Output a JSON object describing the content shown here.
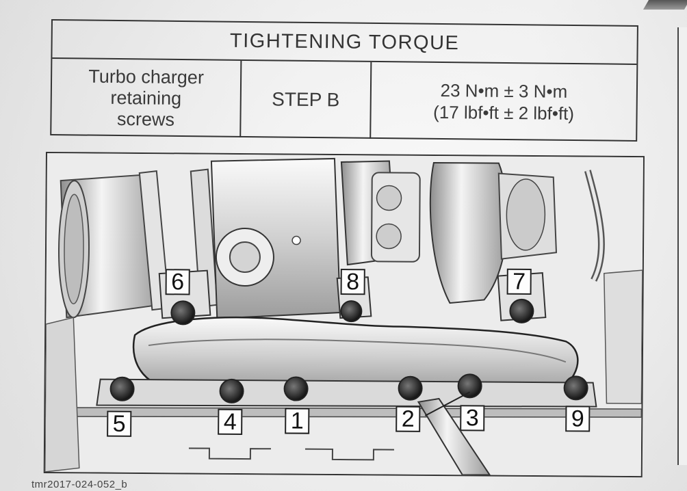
{
  "table": {
    "title": "TIGHTENING TORQUE",
    "component_line1": "Turbo charger",
    "component_line2": "retaining",
    "component_line3": "screws",
    "step": "STEP B",
    "value_metric": "23 N•m ± 3 N•m",
    "value_imperial": "(17 lbf•ft ± 2 lbf•ft)"
  },
  "figure": {
    "callouts": [
      "6",
      "8",
      "7",
      "5",
      "4",
      "1",
      "2",
      "3",
      "9"
    ],
    "figure_id": "tmr2017-024-052_b"
  }
}
